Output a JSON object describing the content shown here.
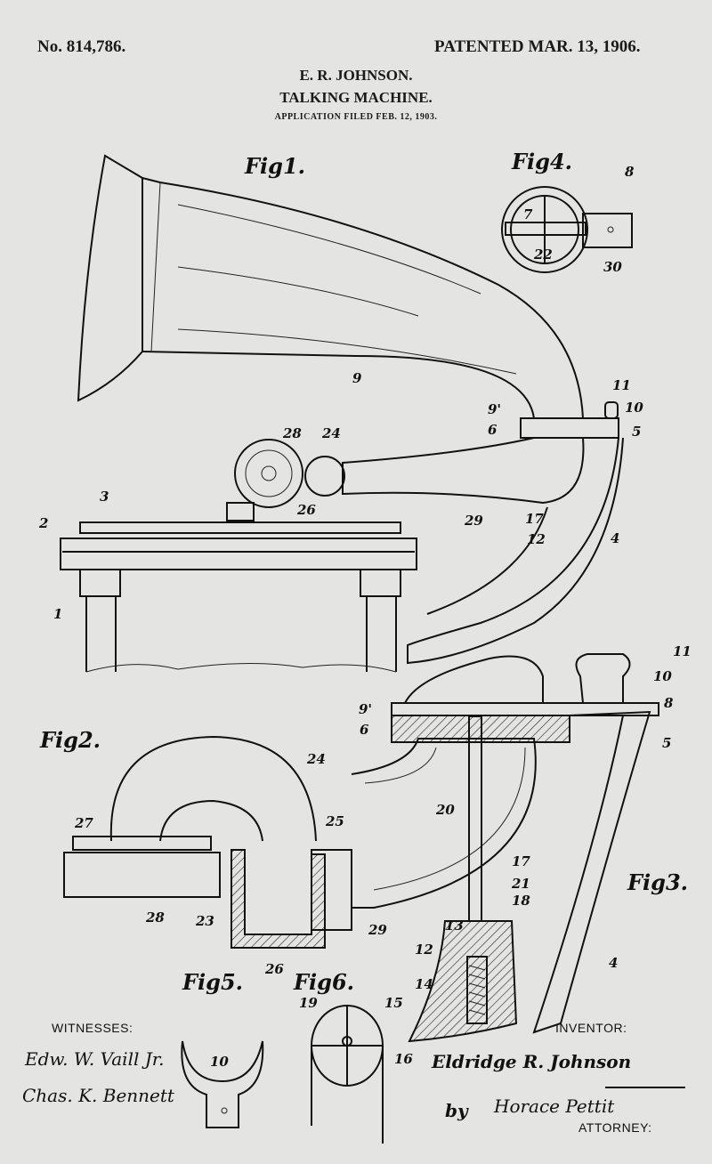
{
  "header": {
    "patent_number": "No. 814,786.",
    "patent_date": "PATENTED MAR. 13, 1906.",
    "inventor": "E. R. JOHNSON.",
    "title": "TALKING MACHINE.",
    "filed": "APPLICATION FILED FEB. 12, 1903."
  },
  "figures": {
    "fig1": {
      "title": "Fig1.",
      "labels": [
        "1",
        "2",
        "3",
        "28",
        "24",
        "26",
        "9",
        "9'",
        "6",
        "11",
        "10",
        "5",
        "29",
        "17",
        "12",
        "4"
      ]
    },
    "fig4": {
      "title": "Fig4.",
      "labels": [
        "7",
        "22",
        "8",
        "30"
      ]
    },
    "fig2": {
      "title": "Fig2.",
      "labels": [
        "24",
        "25",
        "27",
        "28",
        "23",
        "26",
        "29"
      ]
    },
    "fig3": {
      "title": "Fig3.",
      "labels": [
        "11",
        "10",
        "8",
        "9'",
        "6",
        "5",
        "20",
        "17",
        "21",
        "18",
        "13",
        "12",
        "14",
        "4"
      ]
    },
    "fig5": {
      "title": "Fig5.",
      "labels": [
        "10"
      ]
    },
    "fig6": {
      "title": "Fig6.",
      "labels": [
        "19",
        "15",
        "16"
      ]
    }
  },
  "footer": {
    "witnesses_label": "WITNESSES:",
    "witness_1": "Edw. W. Vaill Jr.",
    "witness_2": "Chas. K. Bennett",
    "inventor_label": "INVENTOR:",
    "inventor_signature": "Eldridge R. Johnson",
    "by": "by",
    "attorney_signature": "Horace Pettit",
    "attorney_label": "ATTORNEY:"
  }
}
